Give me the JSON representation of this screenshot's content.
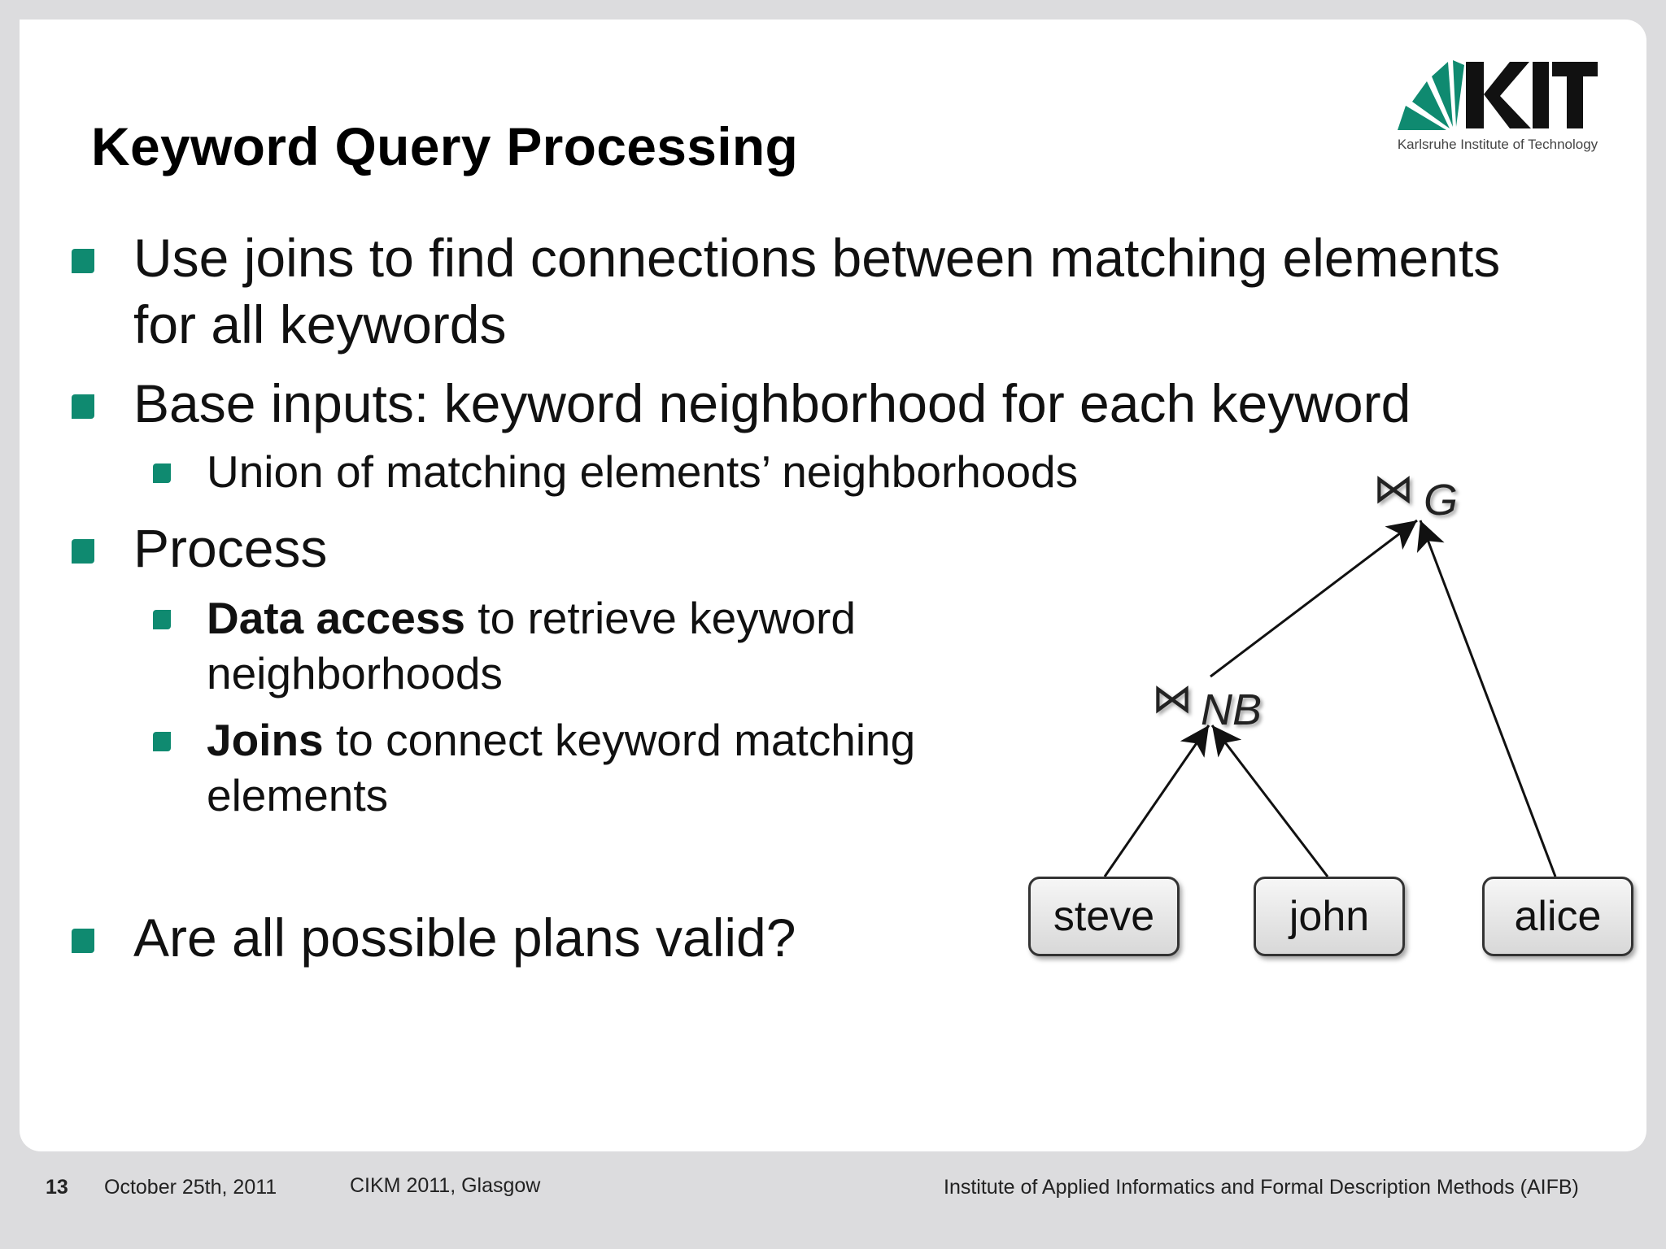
{
  "slide": {
    "title": "Keyword Query Processing",
    "logo": {
      "text": "KIT",
      "subtitle": "Karlsruhe Institute of Technology"
    },
    "bullets": {
      "b1_line1": "Use joins to find connections between matching elements",
      "b1_line2": "for all keywords",
      "b2": "Base inputs: keyword neighborhood for each keyword",
      "b2_sub1": "Union of matching elements’ neighborhoods",
      "b3": "Process",
      "b3_sub1_bold": "Data access",
      "b3_sub1_rest": " to retrieve keyword",
      "b3_sub1_line2": "neighborhoods",
      "b3_sub2_bold": "Joins",
      "b3_sub2_rest": " to connect keyword matching",
      "b3_sub2_line2": "elements",
      "b4": "Are all possible plans valid?"
    },
    "diagram": {
      "join_symbol": "⋈",
      "top_join_label": "G",
      "mid_join_label": "NB",
      "leaves": [
        "steve",
        "john",
        "alice"
      ]
    }
  },
  "footer": {
    "page_number": "13",
    "date": "October 25th, 2011",
    "event": "CIKM 2011, Glasgow",
    "institute": "Institute of Applied Informatics and Formal Description Methods (AIFB)"
  },
  "colors": {
    "accent": "#0f8a70",
    "background": "#dcdcde"
  }
}
